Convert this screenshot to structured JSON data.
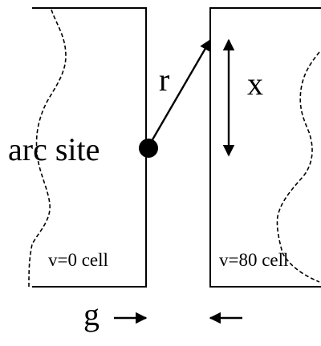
{
  "labels": {
    "arc_site": "arc site",
    "r": "r",
    "x": "x",
    "left_cell": "v=0 cell",
    "right_cell": "v=80 cell",
    "gap": "g"
  },
  "colors": {
    "ink": "#000000",
    "background": "#ffffff"
  },
  "icons": {
    "arc_site_marker": "filled-circle",
    "x_extent": "double-headed-arrow",
    "gap_left": "right-arrow",
    "gap_right": "left-arrow"
  }
}
